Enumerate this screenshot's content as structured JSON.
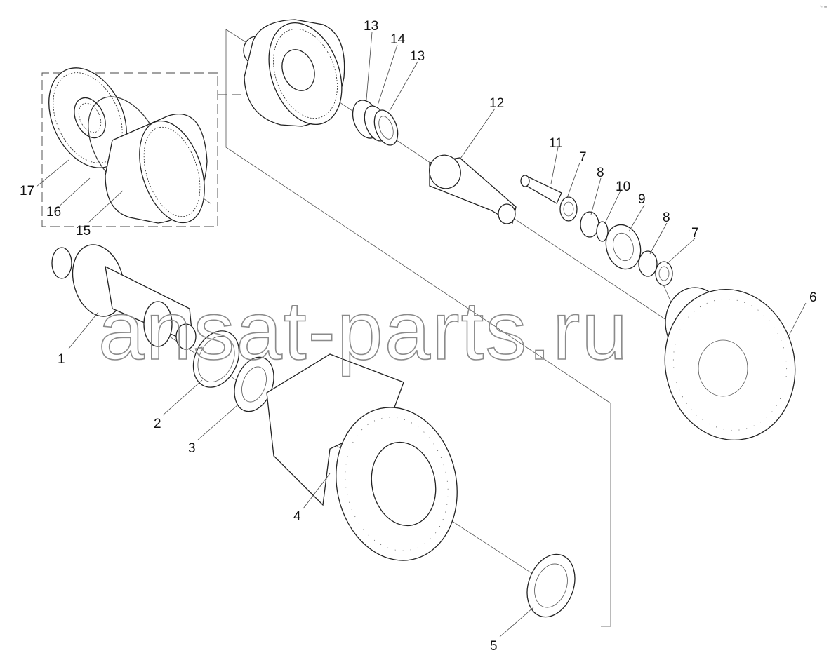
{
  "watermark": "ansat-parts.ru",
  "corner_mark": "°ⁿ ━",
  "callouts": [
    {
      "id": "c1",
      "text": "1"
    },
    {
      "id": "c2",
      "text": "2"
    },
    {
      "id": "c3",
      "text": "3"
    },
    {
      "id": "c4",
      "text": "4"
    },
    {
      "id": "c5",
      "text": "5"
    },
    {
      "id": "c6",
      "text": "6"
    },
    {
      "id": "c7a",
      "text": "7"
    },
    {
      "id": "c7b",
      "text": "7"
    },
    {
      "id": "c8a",
      "text": "8"
    },
    {
      "id": "c8b",
      "text": "8"
    },
    {
      "id": "c9",
      "text": "9"
    },
    {
      "id": "c10",
      "text": "10"
    },
    {
      "id": "c11",
      "text": "11"
    },
    {
      "id": "c12",
      "text": "12"
    },
    {
      "id": "c13a",
      "text": "13"
    },
    {
      "id": "c13b",
      "text": "13"
    },
    {
      "id": "c14",
      "text": "14"
    },
    {
      "id": "c15",
      "text": "15"
    },
    {
      "id": "c16",
      "text": "16"
    },
    {
      "id": "c17",
      "text": "17"
    }
  ]
}
